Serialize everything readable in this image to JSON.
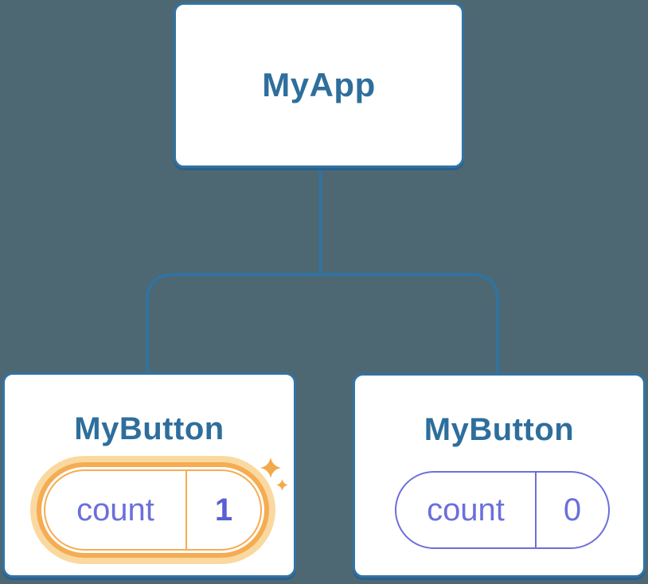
{
  "diagram": {
    "type": "react-component-tree",
    "root": {
      "label": "MyApp"
    },
    "children": [
      {
        "label": "MyButton",
        "state_key": "count",
        "state_value": "1",
        "highlighted": true,
        "has_sparkles": true
      },
      {
        "label": "MyButton",
        "state_key": "count",
        "state_value": "0",
        "highlighted": false,
        "has_sparkles": false
      }
    ]
  },
  "icons": {
    "sparkle": "✦"
  },
  "colors": {
    "background": "#4D6873",
    "card_background": "#FFFFFF",
    "card_border": "#3273A3",
    "connector": "#2E74A4",
    "node_title": "#2E6E9C",
    "state_text": "#6B6FDB",
    "state_value_highlight": "#5A5FD3",
    "highlight_ring": "#F5AC52",
    "highlight_glow": "#FAD9A0",
    "sparkle": "#F2A94C"
  }
}
